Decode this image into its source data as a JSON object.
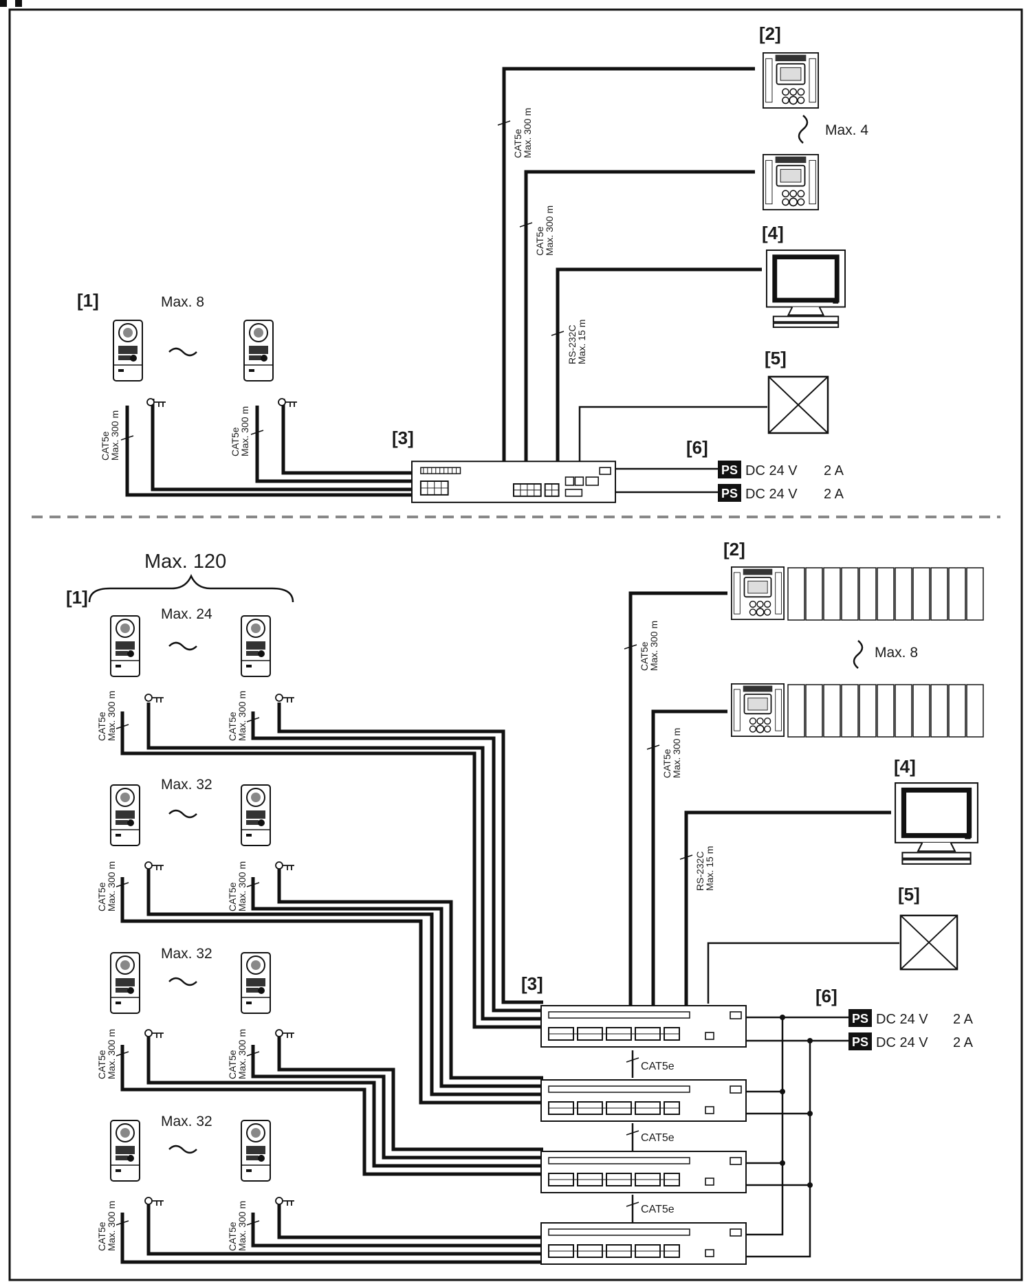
{
  "top": {
    "labels": {
      "panels": "[1]",
      "stations": "[2]",
      "controller": "[3]",
      "pc": "[4]",
      "relay": "[5]",
      "psu": "[6]"
    },
    "max_panels": "Max. 8",
    "max_stations": "Max. 4",
    "cable_cat5e": "CAT5e",
    "cable_len_300": "Max. 300 m",
    "cable_rs232": "RS-232C",
    "cable_len_15": "Max. 15 m",
    "ps_badge": "PS",
    "ps_voltage": "DC 24 V",
    "ps_current": "2 A"
  },
  "bottom": {
    "labels": {
      "panels": "[1]",
      "stations": "[2]",
      "controller": "[3]",
      "pc": "[4]",
      "relay": "[5]",
      "psu": "[6]"
    },
    "max_total": "Max. 120",
    "max_group1": "Max. 24",
    "max_group2": "Max. 32",
    "max_group3": "Max. 32",
    "max_group4": "Max. 32",
    "max_stations": "Max. 8",
    "cable_cat5e": "CAT5e",
    "cable_len_300": "Max. 300 m",
    "cable_rs232": "RS-232C",
    "cable_len_15": "Max. 15 m",
    "cascade_link": "CAT5e",
    "ps_badge": "PS",
    "ps_voltage": "DC 24 V",
    "ps_current": "2 A"
  }
}
